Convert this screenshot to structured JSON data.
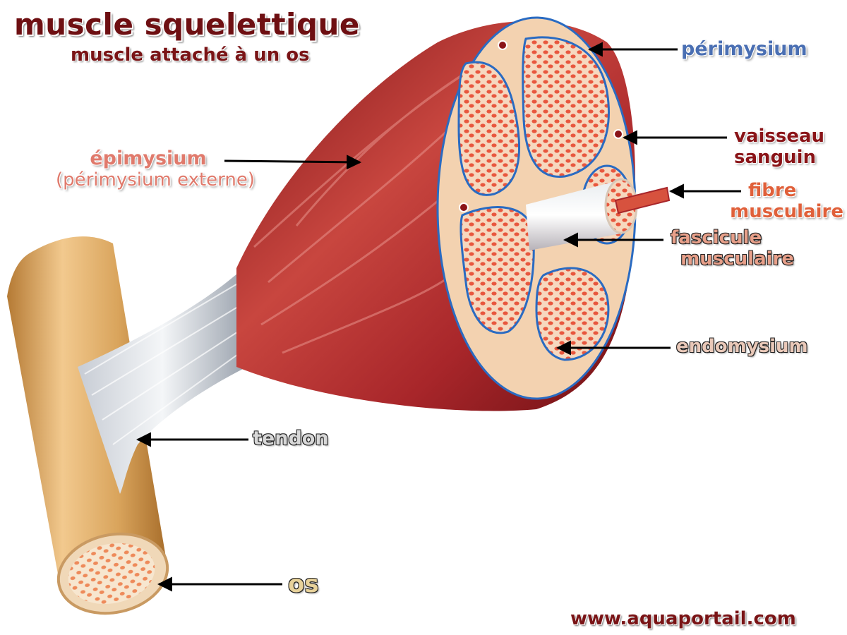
{
  "title": "muscle squelettique",
  "subtitle": "muscle attaché à un os",
  "labels": {
    "perimysium": "périmysium",
    "vaisseau_line1": "vaisseau",
    "vaisseau_line2": "sanguin",
    "fibre_line1": "fibre",
    "fibre_line2": "musculaire",
    "fascicule_line1": "fascicule",
    "fascicule_line2": "musculaire",
    "endomysium": "endomysium",
    "epimysium": "épimysium",
    "epimysium_sub": "(périmysium externe)",
    "tendon": "tendon",
    "os": "os"
  },
  "website": "www.aquaportail.com",
  "colors": {
    "muscle": "#a8262a",
    "muscle_light": "#d86a5e",
    "bone": "#d9a45c",
    "tendon": "#d9dde3",
    "perimysium_text": "#4a6fb3",
    "title_text": "#6e0f12"
  }
}
